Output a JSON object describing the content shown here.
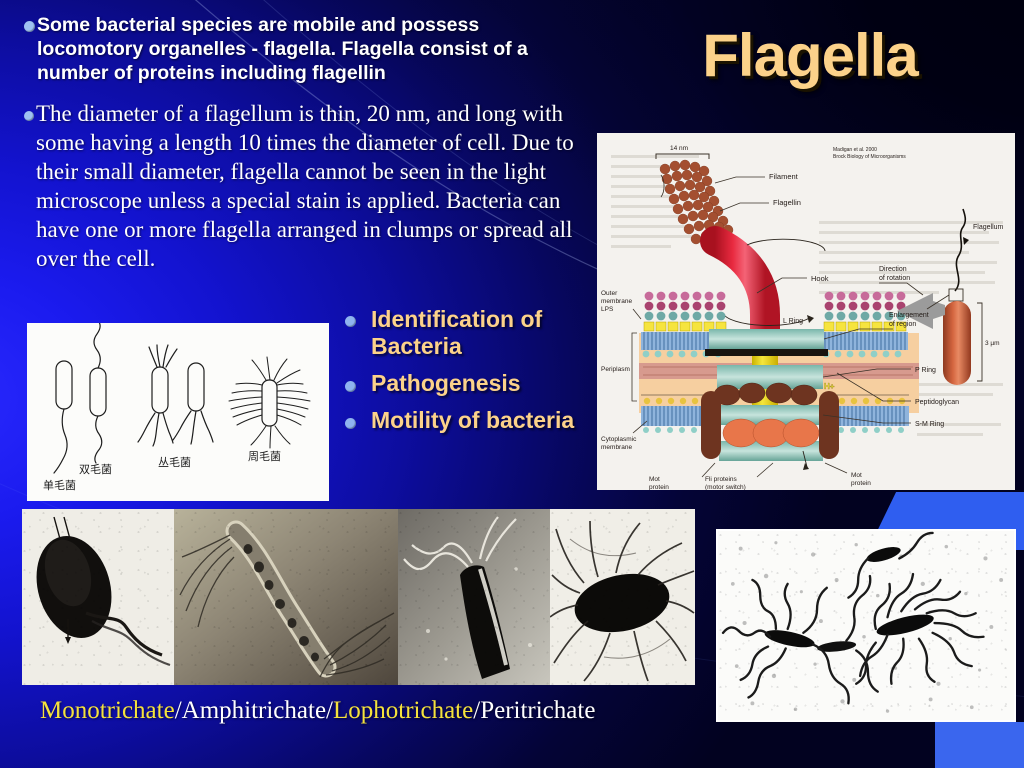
{
  "slide": {
    "title": "Flagella",
    "title_color": "#fcd28a",
    "background_colors": {
      "bright_blue": "#1b1bef",
      "deep_navy": "#020220",
      "accent_blue": "#3a66ee"
    }
  },
  "paragraphs": [
    {
      "style": "sans-bold",
      "text": "Some bacterial species are mobile and possess locomotory organelles - flagella. Flagella consist of a number of proteins including flagellin"
    },
    {
      "style": "serif",
      "text": "The diameter of a flagellum is thin, 20 nm, and long with some having a length 10 times the diameter of cell. Due to their small diameter, flagella cannot be seen in the light microscope unless a special stain is applied. Bacteria can have one or more flagella arranged in clumps or spread all over the cell."
    }
  ],
  "key_points": [
    "Identification of Bacteria",
    "Pathogenesis",
    "Motility of bacteria"
  ],
  "caption": {
    "parts": [
      {
        "text": "Monotrichate",
        "highlight": true
      },
      {
        "text": "/",
        "highlight": false
      },
      {
        "text": "Amphitrichate",
        "highlight": false
      },
      {
        "text": "/",
        "highlight": false
      },
      {
        "text": "Lophotrichate",
        "highlight": true
      },
      {
        "text": "/",
        "highlight": false
      },
      {
        "text": "Peritrichate",
        "highlight": false
      }
    ],
    "full_text": "Monotrichate/Amphitrichate/Lophotrichate/Peritrichate",
    "highlight_color": "#f5e23c"
  },
  "line_drawing": {
    "alt": "Hand-drawn diagram of four bacterial flagellar arrangements with Chinese labels",
    "labels": [
      "单毛菌",
      "双毛菌",
      "丛毛菌",
      "周毛菌"
    ]
  },
  "structure_diagram": {
    "alt": "Cross-section diagram of a gram-negative bacterial flagellum basal body",
    "credit": "Madigan et al. 2000\nBrock Biology of Microorganisms",
    "labels": {
      "scale_top": "14 nm",
      "filament": "Filament",
      "flagellin": "Flagellin",
      "hook": "Hook",
      "l_ring": "L Ring",
      "p_ring": "P Ring",
      "sm_ring": "S-M Ring",
      "peptidoglycan": "Peptidoglycan",
      "outer_membrane": "Outer\nmembrane\nLPS",
      "periplasm": "Periplasm",
      "cytoplasmic_membrane": "Cytoplasmic\nmembrane",
      "mot_protein_left": "Mot\nprotein",
      "mot_protein_right": "Mot\nprotein",
      "fli_proteins": "Fli proteins\n(motor switch)",
      "proton": "H+",
      "direction_of_rotation": "Direction\nof rotation",
      "enlargement": "Enlargement\nof region",
      "flagellum": "Flagellum",
      "cell_scale": "3 µm"
    }
  },
  "micrographs": [
    {
      "name": "monotrichous-micrograph",
      "alt": "Electron micrograph of a monotrichous bacterium with a single polar flagellum"
    },
    {
      "name": "amphitrichous-micrograph",
      "alt": "Electron micrograph of a curved bacterium with flagella at both ends"
    },
    {
      "name": "lophotrichous-micrograph",
      "alt": "Electron micrograph of a rod bacterium with a tuft of polar flagella"
    },
    {
      "name": "peritrichous-micrograph",
      "alt": "Electron micrograph of a rod bacterium with flagella all over the cell"
    },
    {
      "name": "stained-peritrichous-micrograph",
      "alt": "Flagella stain showing two peritrichous bacteria with many wavy flagella"
    }
  ]
}
